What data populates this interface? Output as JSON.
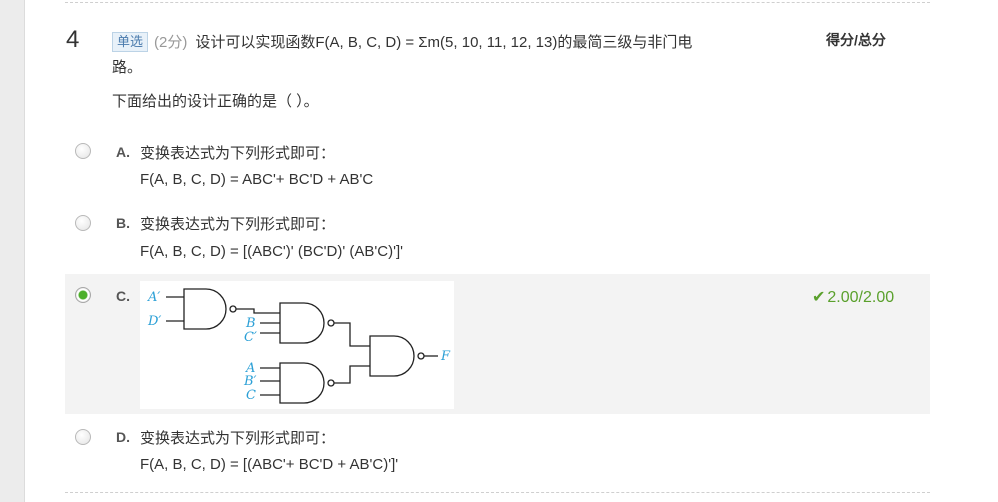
{
  "question": {
    "number": "4",
    "type_badge": "单选",
    "score": "(2分)",
    "text_line1": "设计可以实现函数F(A, B, C, D) = Σm(5, 10, 11, 12, 13)的最简三级与非门电",
    "text_line1b": "路。",
    "text_line2": "下面给出的设计正确的是（ ）。",
    "score_header": "得分/总分"
  },
  "options": [
    {
      "letter": "A.",
      "line1": "变换表达式为下列形式即可：",
      "line2": "F(A, B, C, D) = ABC'+ BC'D + AB'C",
      "selected": false
    },
    {
      "letter": "B.",
      "line1": "变换表达式为下列形式即可：",
      "line2": "F(A, B, C, D) = [(ABC')' (BC'D)' (AB'C)']'",
      "selected": false
    },
    {
      "letter": "C.",
      "selected": true,
      "result": "2.00/2.00",
      "circuit_labels": {
        "a_prime": "A′",
        "d_prime": "D′",
        "b": "B",
        "c_prime": "C′",
        "a": "A",
        "b_prime": "B′",
        "c": "C",
        "f": "F"
      }
    },
    {
      "letter": "D.",
      "line1": "变换表达式为下列形式即可：",
      "line2": "F(A, B, C, D) = [(ABC'+ BC'D + AB'C)']'",
      "selected": false
    }
  ],
  "colors": {
    "correct": "#5aa02c",
    "badge_text": "#4a7bad",
    "label_blue": "#2a9fd6",
    "radio_checked": "#4caf2a"
  },
  "icons": {
    "check": "check-icon"
  }
}
